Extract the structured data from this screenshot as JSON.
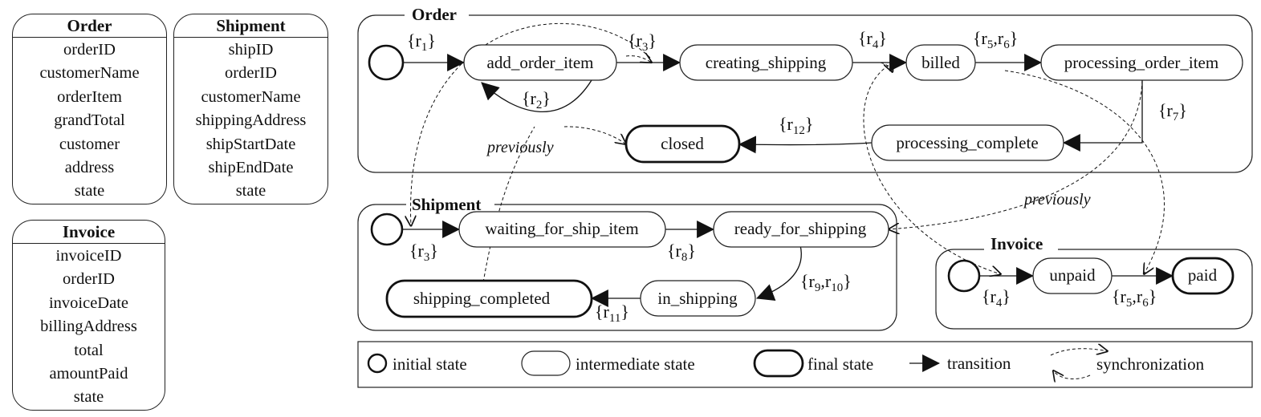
{
  "entities": {
    "order": {
      "title": "Order",
      "attributes": [
        "orderID",
        "customerName",
        "orderItem",
        "grandTotal",
        "customer",
        "address",
        "state"
      ]
    },
    "shipment": {
      "title": "Shipment",
      "attributes": [
        "shipID",
        "orderID",
        "customerName",
        "shippingAddress",
        "shipStartDate",
        "shipEndDate",
        "state"
      ]
    },
    "invoice": {
      "title": "Invoice",
      "attributes": [
        "invoiceID",
        "orderID",
        "invoiceDate",
        "billingAddress",
        "total",
        "amountPaid",
        "state"
      ]
    }
  },
  "lifecycles": {
    "order": {
      "title": "Order",
      "states": {
        "add_order_item": "add_order_item",
        "creating_shipping": "creating_shipping",
        "billed": "billed",
        "processing_order_item": "processing_order_item",
        "processing_complete": "processing_complete",
        "closed": "closed"
      }
    },
    "shipment": {
      "title": "Shipment",
      "states": {
        "waiting_for_ship_item": "waiting_for_ship_item",
        "ready_for_shipping": "ready_for_shipping",
        "in_shipping": "in_shipping",
        "shipping_completed": "shipping_completed"
      }
    },
    "invoice": {
      "title": "Invoice",
      "states": {
        "unpaid": "unpaid",
        "paid": "paid"
      }
    }
  },
  "rules": {
    "r1": {
      "main": "{r",
      "sub": "1",
      "end": "}"
    },
    "r2": {
      "main": "{r",
      "sub": "2",
      "end": "}"
    },
    "r3": {
      "main": "{r",
      "sub": "3",
      "end": "}"
    },
    "r4": {
      "main": "{r",
      "sub": "4",
      "end": "}"
    },
    "r5r6": {
      "main": "{r",
      "sub": "5",
      "mid": ",r",
      "sub2": "6",
      "end": "}"
    },
    "r7": {
      "main": "{r",
      "sub": "7",
      "end": "}"
    },
    "r8": {
      "main": "{r",
      "sub": "8",
      "end": "}"
    },
    "r9r10": {
      "main": "{r",
      "sub": "9",
      "mid": ",r",
      "sub2": "10",
      "end": "}"
    },
    "r11": {
      "main": "{r",
      "sub": "11",
      "end": "}"
    },
    "r12": {
      "main": "{r",
      "sub": "12",
      "end": "}"
    }
  },
  "notes": {
    "previously": "previously"
  },
  "legend": {
    "initial": "initial state",
    "intermediate": "intermediate state",
    "final": "final state",
    "transition": "transition",
    "synchronization": "synchronization"
  }
}
